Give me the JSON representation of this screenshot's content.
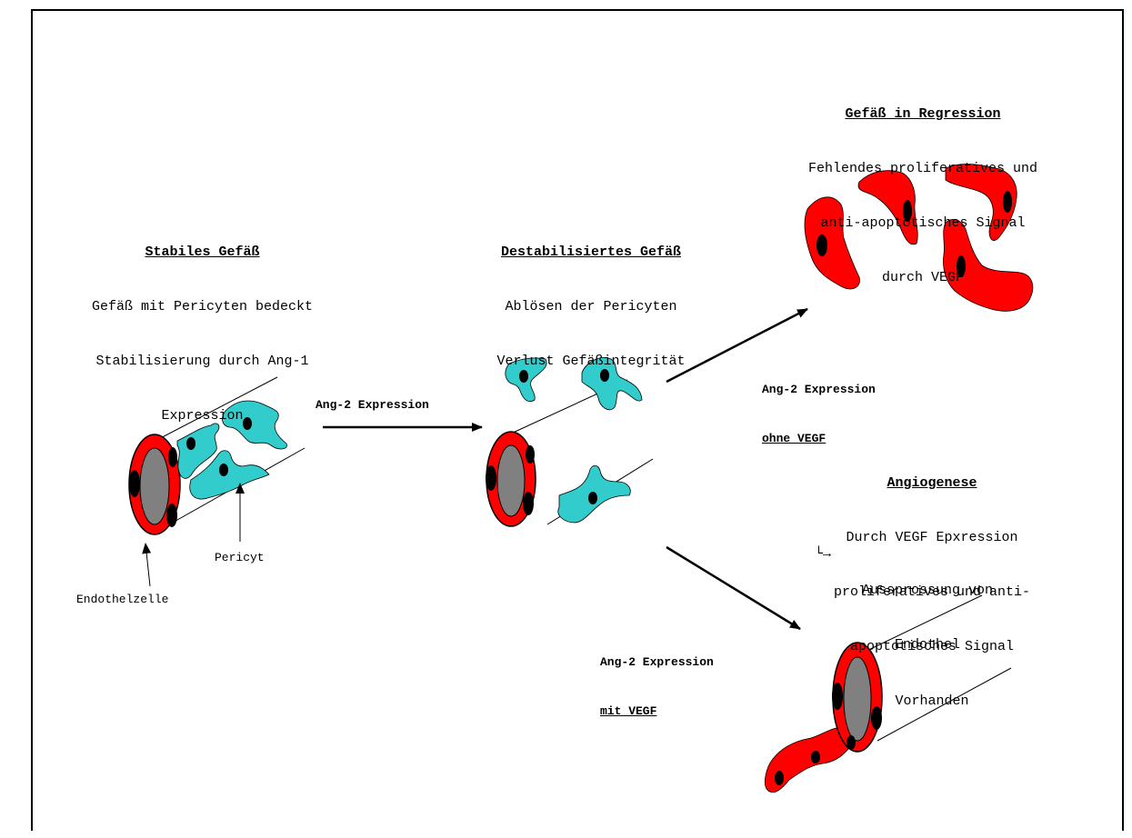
{
  "stable": {
    "title": "Stabiles Gefäß",
    "lines": [
      "Gefäß mit Pericyten bedeckt",
      "Stabilisierung durch Ang-1",
      "Expression"
    ]
  },
  "destabilized": {
    "title": "Destabilisiertes Gefäß",
    "lines": [
      "Ablösen der Pericyten",
      "Verlust Gefäßintegrität"
    ]
  },
  "regression": {
    "title": "Gefäß in Regression",
    "lines": [
      "Fehlendes proliferatives und",
      "anti-apoptotisches Signal",
      "durch VEGF"
    ]
  },
  "angiogenesis": {
    "title": "Angiogenese",
    "lines": [
      "Durch VEGF Epxression",
      "proliferatives und anti-",
      "apoptotisches Signal",
      "Vorhanden"
    ],
    "sprout_arrow": "└→",
    "sprout_lines": [
      "Aussprossung von",
      "Endothel"
    ]
  },
  "labels": {
    "endothelzelle": "Endothelzelle",
    "pericyt": "Pericyt"
  },
  "arrows": {
    "ang2": "Ang-2 Expression",
    "ang2_no_vegf_1": "Ang-2 Expression",
    "ang2_no_vegf_2": "ohne VEGF",
    "ang2_with_vegf_1": "Ang-2 Expression",
    "ang2_with_vegf_2": "mit VEGF"
  },
  "colors": {
    "endothelium": "#ff0000",
    "pericyte": "#33cccc",
    "lumen": "#808080",
    "nucleus": "#000000",
    "outline": "#000000"
  }
}
